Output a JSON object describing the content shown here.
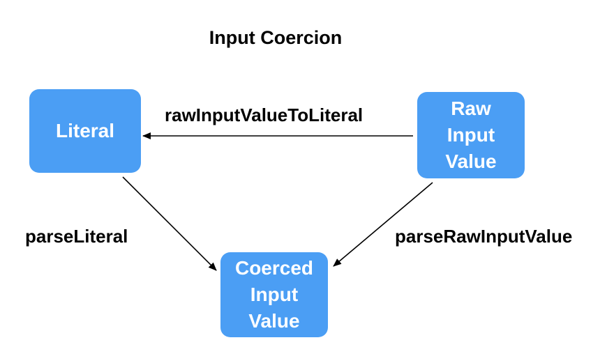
{
  "title": "Input Coercion",
  "colors": {
    "node_fill": "#4B9EF4",
    "node_text": "#ffffff",
    "edge": "#000000"
  },
  "nodes": {
    "literal": "Literal",
    "raw": "Raw\nInput\nValue",
    "coerced": "Coerced\nInput\nValue"
  },
  "edges": {
    "raw_to_literal": "rawInputValueToLiteral",
    "parse_literal": "parseLiteral",
    "parse_raw": "parseRawInputValue"
  }
}
